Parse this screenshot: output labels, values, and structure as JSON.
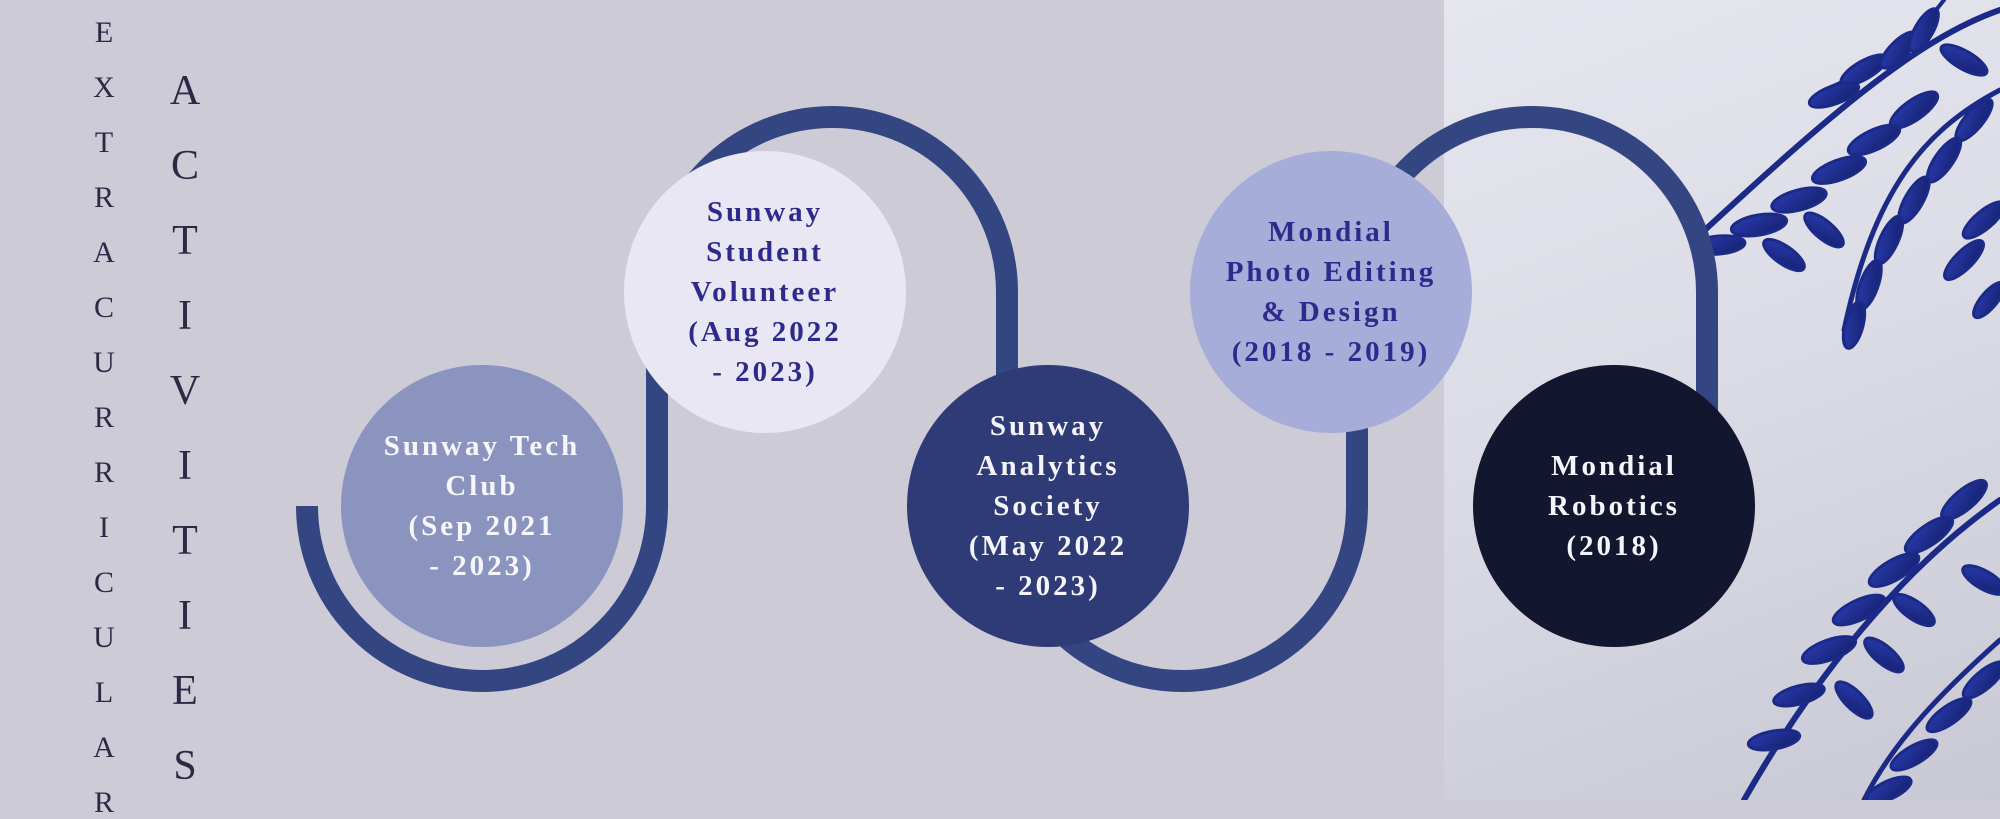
{
  "title_small": [
    "E",
    "X",
    "T",
    "R",
    "A",
    "C",
    "U",
    "R",
    "R",
    "I",
    "C",
    "U",
    "L",
    "A",
    "R"
  ],
  "title_large": [
    "A",
    "C",
    "T",
    "I",
    "V",
    "I",
    "T",
    "I",
    "E",
    "S"
  ],
  "activities": [
    {
      "label": "Sunway Tech\nClub\n(Sep 2021\n- 2023)"
    },
    {
      "label": "Sunway\nStudent\nVolunteer\n(Aug 2022\n- 2023)"
    },
    {
      "label": "Sunway\nAnalytics\nSociety\n(May 2022\n- 2023)"
    },
    {
      "label": "Mondial\nPhoto Editing\n& Design\n(2018 - 2019)"
    },
    {
      "label": "Mondial\nRobotics\n(2018)"
    }
  ],
  "colors": {
    "background": "#cdcbd6",
    "track": "#344681",
    "node_1": "#8a94bf",
    "node_2": "#e8e7f3",
    "node_3": "#2f3b76",
    "node_4": "#a6add9",
    "node_5": "#12162e"
  },
  "decorative_image": "blue-lavender-photo"
}
